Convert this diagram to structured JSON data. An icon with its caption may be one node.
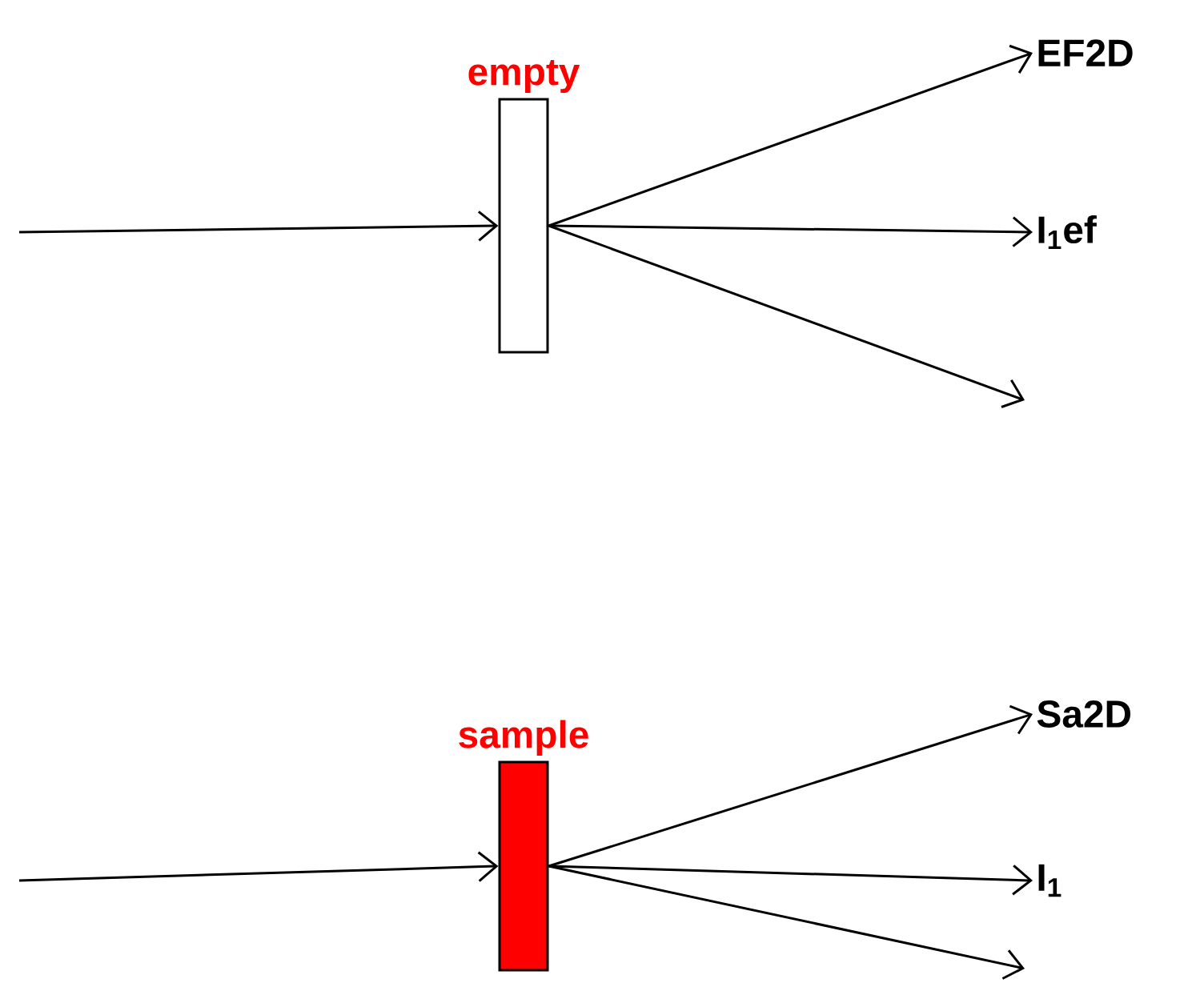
{
  "diagram": {
    "nodes": [
      {
        "text": [
          "empty"
        ]
      },
      {
        "text": [
          "EF2D"
        ]
      },
      {
        "text": [
          "I$_{1}$ef"
        ]
      },
      {
        "text": [
          "sample"
        ]
      },
      {
        "text": [
          "Sa2D"
        ]
      },
      {
        "text": [
          "I$_{1}$"
        ]
      }
    ],
    "edges": [
      {
        "from": null,
        "to": 0,
        "arrow": "to"
      },
      {
        "from": 0,
        "to": 1,
        "arrow": "to"
      },
      {
        "from": 0,
        "to": 2,
        "arrow": "to"
      },
      {
        "from": 0,
        "to": null,
        "arrow": "to"
      },
      {
        "from": null,
        "to": 3,
        "arrow": "to"
      },
      {
        "from": 3,
        "to": 4,
        "arrow": "to"
      },
      {
        "from": 3,
        "to": 5,
        "arrow": "to"
      },
      {
        "from": 3,
        "to": null,
        "arrow": "to"
      }
    ]
  }
}
